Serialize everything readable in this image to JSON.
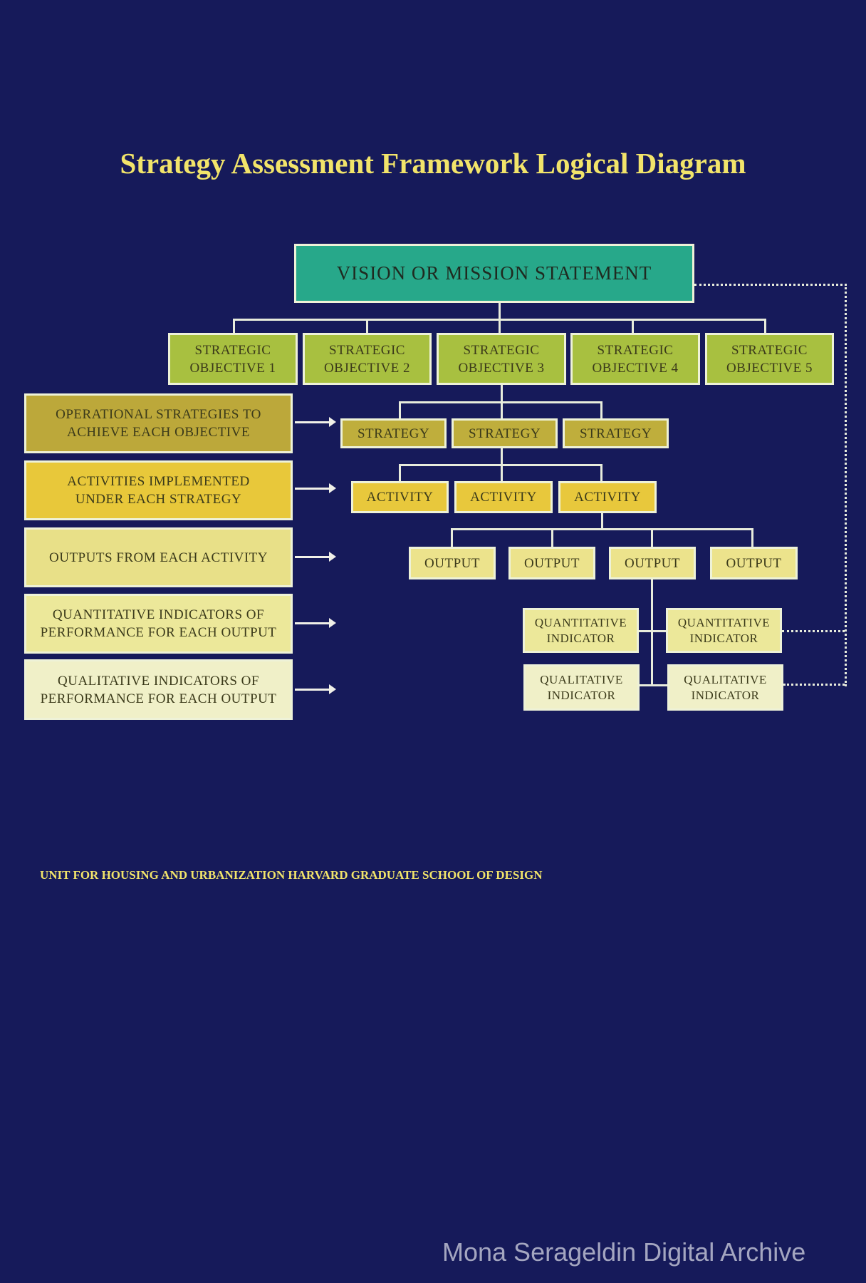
{
  "title": "Strategy Assessment Framework Logical Diagram",
  "vision": "VISION OR MISSION STATEMENT",
  "objectives": [
    "STRATEGIC OBJECTIVE 1",
    "STRATEGIC OBJECTIVE 2",
    "STRATEGIC OBJECTIVE 3",
    "STRATEGIC OBJECTIVE 4",
    "STRATEGIC OBJECTIVE 5"
  ],
  "legend": [
    "OPERATIONAL STRATEGIES TO ACHIEVE EACH OBJECTIVE",
    "ACTIVITIES IMPLEMENTED UNDER EACH STRATEGY",
    "OUTPUTS FROM EACH ACTIVITY",
    "QUANTITATIVE INDICATORS OF PERFORMANCE FOR EACH OUTPUT",
    "QUALITATIVE INDICATORS OF PERFORMANCE FOR EACH OUTPUT"
  ],
  "strategies": [
    "STRATEGY",
    "STRATEGY",
    "STRATEGY"
  ],
  "activities": [
    "ACTIVITY",
    "ACTIVITY",
    "ACTIVITY"
  ],
  "outputs": [
    "OUTPUT",
    "OUTPUT",
    "OUTPUT",
    "OUTPUT"
  ],
  "quant": [
    "QUANTITATIVE INDICATOR",
    "QUANTITATIVE INDICATOR"
  ],
  "qual": [
    "QUALITATIVE INDICATOR",
    "QUALITATIVE INDICATOR"
  ],
  "footer": "UNIT FOR HOUSING AND URBANIZATION  HARVARD GRADUATE SCHOOL OF DESIGN",
  "watermark": "Mona Serageldin Digital Archive",
  "colors": {
    "background": "#161a5a",
    "vision": "#27a88a",
    "objective": "#a8c040",
    "strategy": "#bfae3c",
    "activity": "#e8c83c",
    "output": "#ece38c",
    "quant": "#ece89a",
    "qual": "#f0f0c8"
  }
}
